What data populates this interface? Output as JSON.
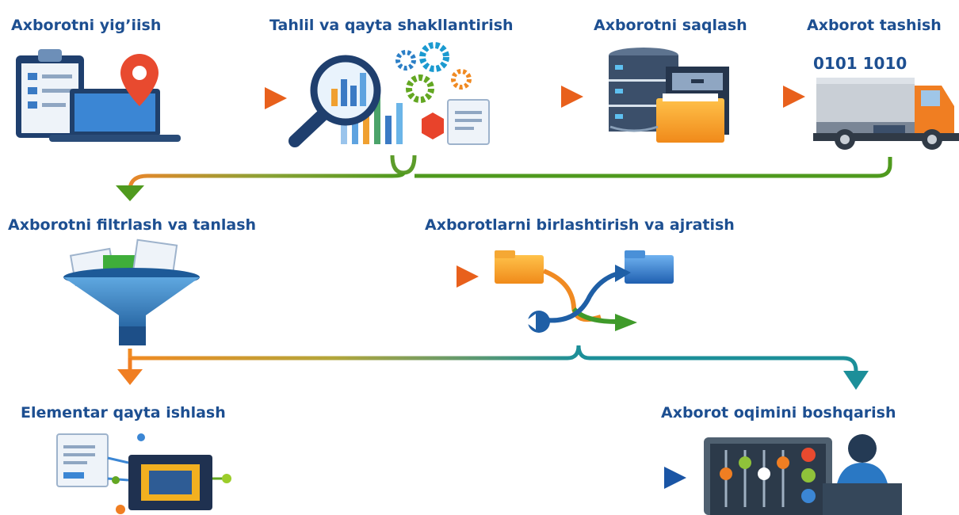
{
  "steps": {
    "collect": "Axborotni yig’iish",
    "analyze": "Tahlil va qayta shakllantirish",
    "store": "Axborotni saqlash",
    "transport": "Axborot tashish",
    "filter": "Axborotni filtrlash va tanlash",
    "merge": "Axborotlarni birlashtirish va ajratish",
    "process": "Elementar qayta ishlash",
    "manage": "Axborot oqimini boshqarish"
  },
  "binary_text": "0101 1010",
  "colors": {
    "title": "#1d4f91",
    "arrow_orange": "#f07e22",
    "arrow_green": "#4f9a1e",
    "arrow_blue": "#1f5fa6",
    "arrow_teal": "#1c8f99"
  }
}
